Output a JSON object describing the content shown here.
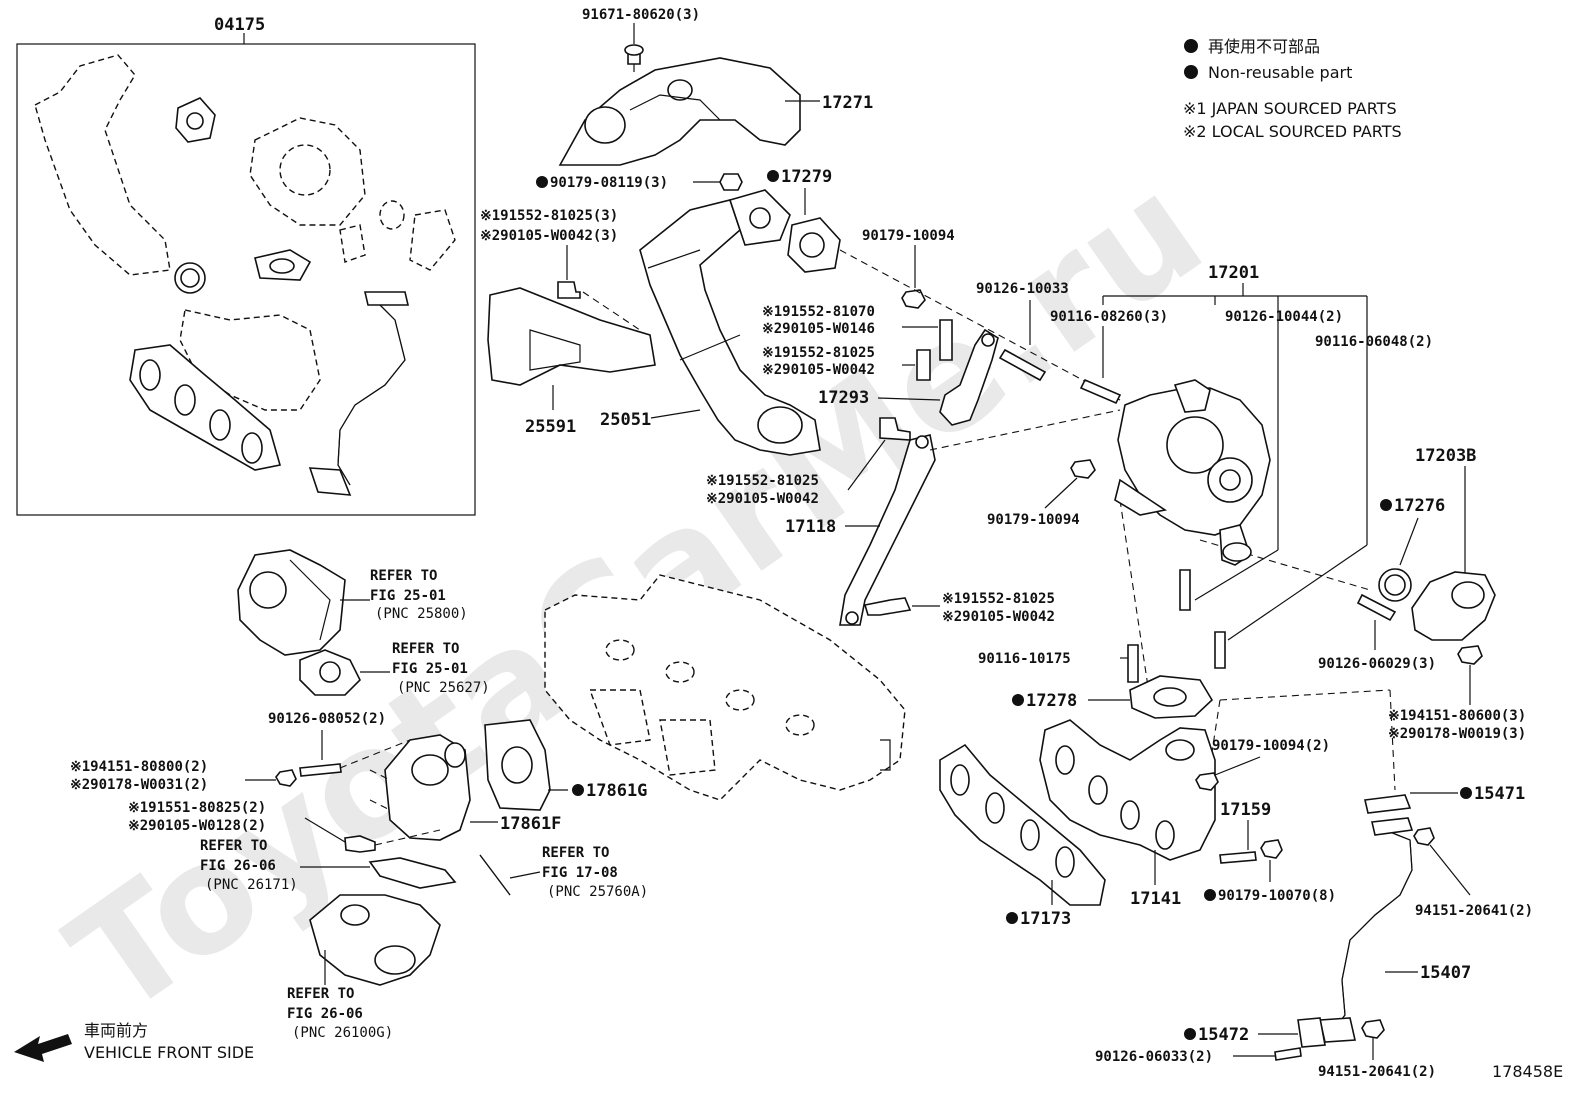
{
  "watermark": "ToyotaCarMe.ru",
  "legend": {
    "nonreusable_jp": "再使用不可部品",
    "nonreusable_en": "Non-reusable part",
    "note1": "※1 JAPAN SOURCED PARTS",
    "note2": "※2 LOCAL SOURCED PARTS"
  },
  "front": {
    "jp": "車両前方",
    "en": "VEHICLE FRONT SIDE"
  },
  "figure_id": "178458E",
  "labels": {
    "l04175": "04175",
    "l91671": "91671-80620(3)",
    "l17271": "17271",
    "l90179_08119": "90179-08119(3)",
    "l17279": "17279",
    "l191552_81025_3": "※191552-81025(3)",
    "l290105_w0042_3": "※290105-W0042(3)",
    "l90179_10094_a": "90179-10094",
    "l90126_10033": "90126-10033",
    "l17201": "17201",
    "l90116_08260": "90116-08260(3)",
    "l90126_10044": "90126-10044(2)",
    "l90116_06048": "90116-06048(2)",
    "l191552_81070": "※191552-81070",
    "l290105_w0146": "※290105-W0146",
    "l191552_81025_b": "※191552-81025",
    "l290105_w0042_b": "※290105-W0042",
    "l17293": "17293",
    "l25591": "25591",
    "l25051": "25051",
    "l191552_81025_c": "※191552-81025",
    "l290105_w0042_c": "※290105-W0042",
    "l17118": "17118",
    "l90179_10094_b": "90179-10094",
    "l17203b": "17203B",
    "l17276": "17276",
    "l191552_81025_d": "※191552-81025",
    "l290105_w0042_d": "※290105-W0042",
    "l90116_10175": "90116-10175",
    "l90126_06029": "90126-06029(3)",
    "l17278": "17278",
    "l194151_80600": "※194151-80600(3)",
    "l290178_w0019": "※290178-W0019(3)",
    "l90179_10094_c": "90179-10094(2)",
    "l15471": "15471",
    "l17159": "17159",
    "l90179_10070": "90179-10070(8)",
    "l17141": "17141",
    "l17173": "17173",
    "l94151_20641_a": "94151-20641(2)",
    "l15407": "15407",
    "l15472": "15472",
    "l90126_06033": "90126-06033(2)",
    "l94151_20641_b": "94151-20641(2)",
    "l90126_08052": "90126-08052(2)",
    "l194151_80800": "※194151-80800(2)",
    "l290178_w0031": "※290178-W0031(2)",
    "l17861g": "17861G",
    "l17861f": "17861F",
    "l191551_80825": "※191551-80825(2)",
    "l290105_w0128": "※290105-W0128(2)",
    "ref_2501a_1": "REFER TO",
    "ref_2501a_2": "FIG 25-01",
    "ref_2501a_3": "(PNC 25800)",
    "ref_2501b_1": "REFER TO",
    "ref_2501b_2": "FIG 25-01",
    "ref_2501b_3": "(PNC 25627)",
    "ref_2606a_1": "REFER TO",
    "ref_2606a_2": "FIG 26-06",
    "ref_2606a_3": "(PNC 26171)",
    "ref_1708_1": "REFER TO",
    "ref_1708_2": "FIG 17-08",
    "ref_1708_3": "(PNC 25760A)",
    "ref_2606b_1": "REFER TO",
    "ref_2606b_2": "FIG 26-06",
    "ref_2606b_3": "(PNC 26100G)"
  }
}
